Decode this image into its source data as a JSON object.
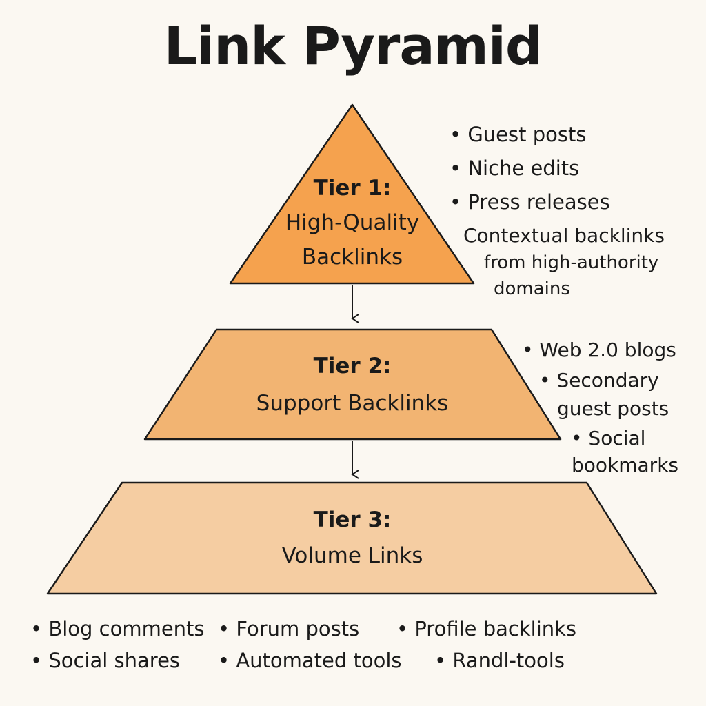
{
  "title": "Link Pyramid",
  "colors": {
    "tier1": "#f5a24e",
    "tier2": "#f2b472",
    "tier3": "#f5cda2",
    "stroke": "#1a1a1a",
    "background": "#fbf8f2"
  },
  "tiers": [
    {
      "title": "Tier 1:",
      "subtitle_lines": [
        "High-Quality",
        "Backlinks"
      ],
      "notes": [
        "• Guest posts",
        "• Niche edits",
        "• Press releases",
        "Contextual backlinks",
        "from high-authority",
        "domains"
      ]
    },
    {
      "title": "Tier 2:",
      "subtitle_lines": [
        "Support Backlinks"
      ],
      "notes": [
        "• Web 2.0 blogs",
        "• Secondary",
        "guest posts",
        "• Social",
        "bookmarks"
      ]
    },
    {
      "title": "Tier 3:",
      "subtitle_lines": [
        "Volume Links"
      ],
      "notes": [
        "• Blog comments",
        "• Forum posts",
        "• Profile backlinks",
        "• Social shares",
        "• Automated tools",
        "• Randl-tools"
      ]
    }
  ]
}
